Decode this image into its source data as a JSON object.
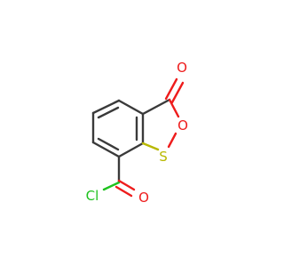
{
  "molecule": {
    "atoms": {
      "carbonyl_oxygen": "O",
      "ring_oxygen": "O",
      "sulfur": "S",
      "chlorine": "Cl",
      "acyl_oxygen": "O"
    },
    "colors": {
      "bond": "#3a3a3a",
      "oxygen": "#ee1c1c",
      "sulfur": "#b8b800",
      "chlorine": "#1ec21e"
    }
  }
}
